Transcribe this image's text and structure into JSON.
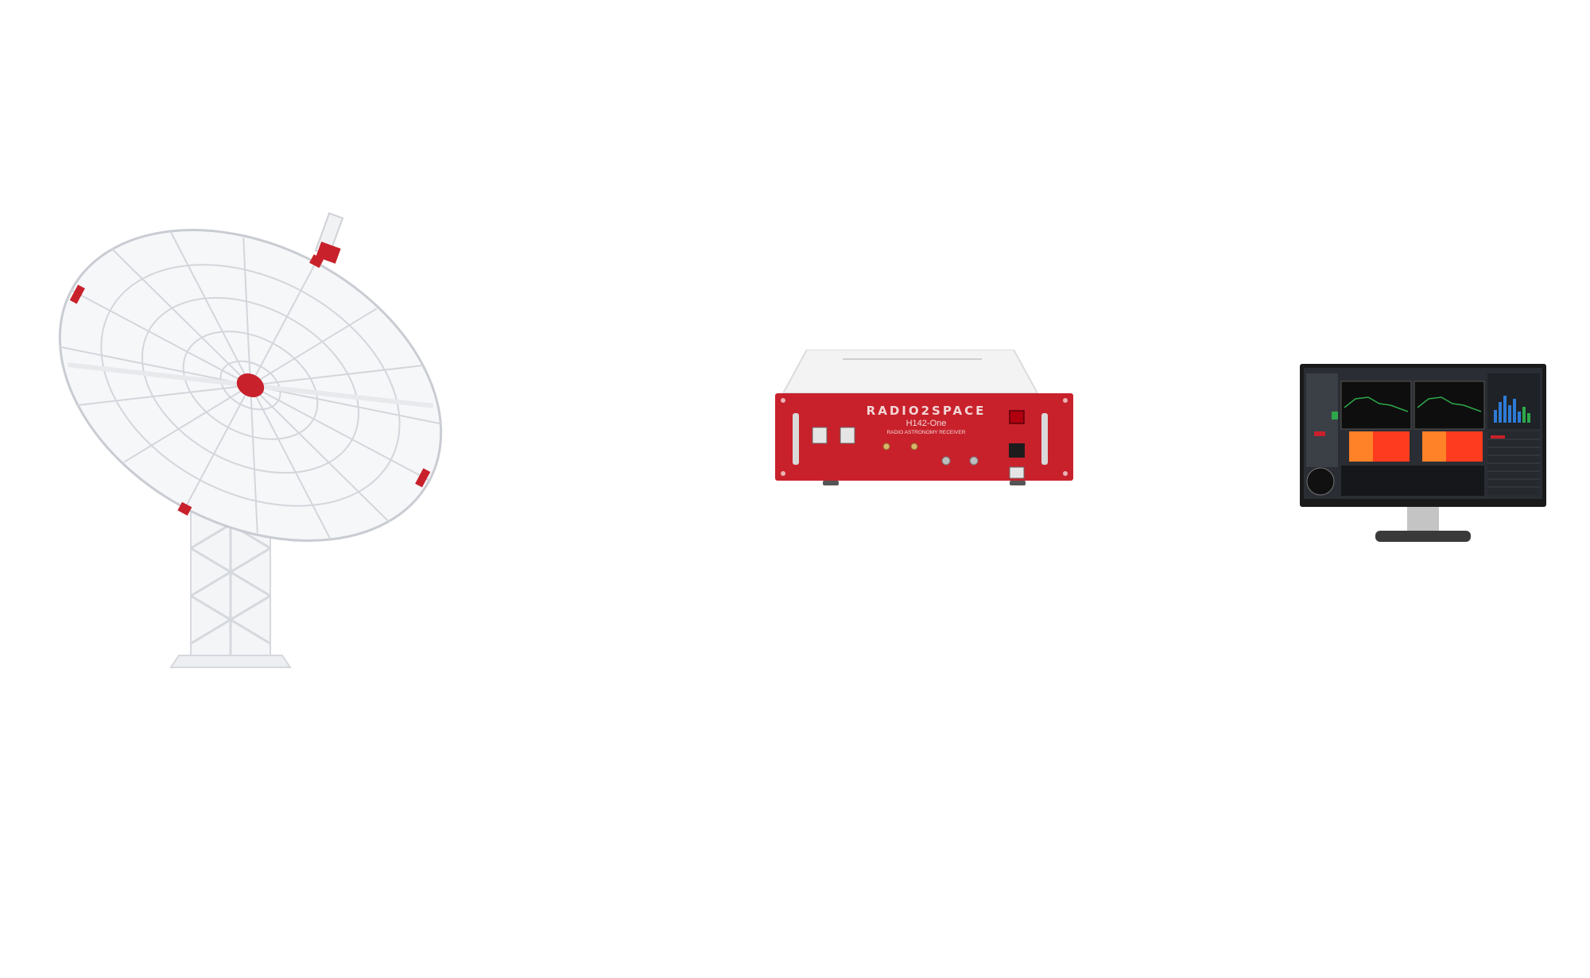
{
  "receiver": {
    "brand": "RADIO2SPACE",
    "model": "H142-One",
    "subtitle": "RADIO ASTRONOMY RECEIVER"
  },
  "colors": {
    "background": "#ffffff",
    "receiver_red": "#c8212b",
    "dish_white": "#f3f4f6",
    "dish_line": "#c9ccd2",
    "monitor_frame": "#1a1a1a",
    "heatmap_hot": "#ff3b1f"
  },
  "icons": {
    "dish": "radio-telescope-dish",
    "receiver": "rack-receiver-unit",
    "monitor": "computer-monitor"
  }
}
